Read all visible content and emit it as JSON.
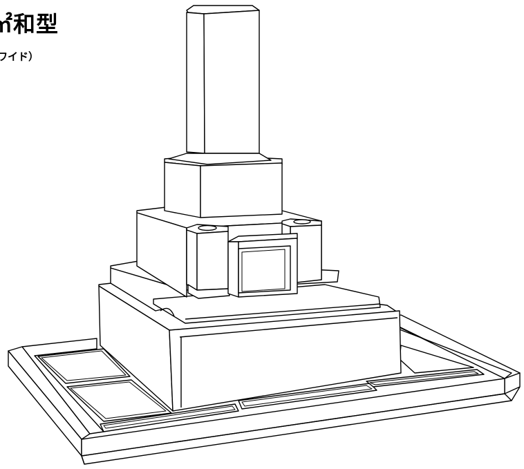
{
  "header": {
    "title": "㎡和型",
    "subtitle": "ワイド）"
  },
  "illustration": {
    "subject": "japanese-style-gravestone-line-drawing",
    "stroke_color": "#000000",
    "background_color": "#ffffff"
  }
}
